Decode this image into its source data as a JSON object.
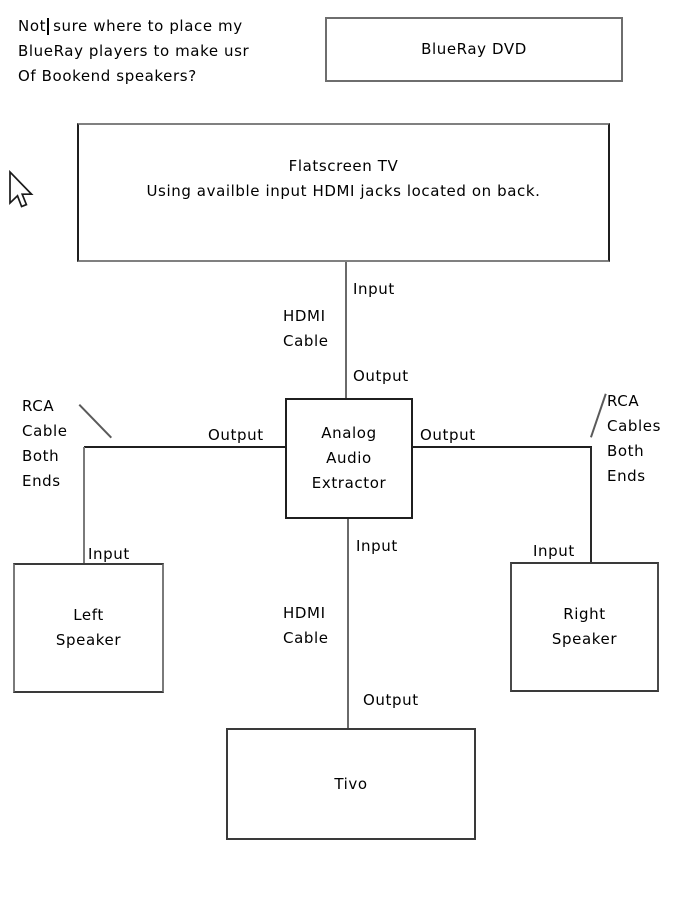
{
  "note": {
    "line1_before_caret": "Not",
    "line1_after_caret": "sure where to place my",
    "line2": "BlueRay players to make usr",
    "line3": "Of Bookend speakers?"
  },
  "boxes": {
    "blueray": {
      "label": "BlueRay DVD"
    },
    "tv": {
      "title": "Flatscreen TV",
      "subtitle": "Using availble input HDMI jacks located on back."
    },
    "extractor": {
      "label": "Analog\nAudio\nExtractor"
    },
    "left_speaker": {
      "label": "Left\nSpeaker"
    },
    "right_speaker": {
      "label": "Right\nSpeaker"
    },
    "tivo": {
      "label": "Tivo"
    }
  },
  "labels": {
    "tv_input": "Input",
    "hdmi_cable_top": "HDMI\nCable",
    "extractor_output_top": "Output",
    "extractor_output_left": "Output",
    "extractor_output_right": "Output",
    "rca_note_left": "RCA\nCable\nBoth\nEnds",
    "rca_note_right": "RCA\nCables\nBoth\nEnds",
    "left_speaker_input": "Input",
    "right_speaker_input": "Input",
    "extractor_input_bottom": "Input",
    "hdmi_cable_bottom": "HDMI\nCable",
    "tivo_output": "Output"
  },
  "colors": {
    "background": "#ffffff",
    "text": "#000000",
    "box_border_gray": "#6e6e6e",
    "box_border_dark": "#1f1f1f",
    "connector_gray": "#6a6a6a"
  }
}
